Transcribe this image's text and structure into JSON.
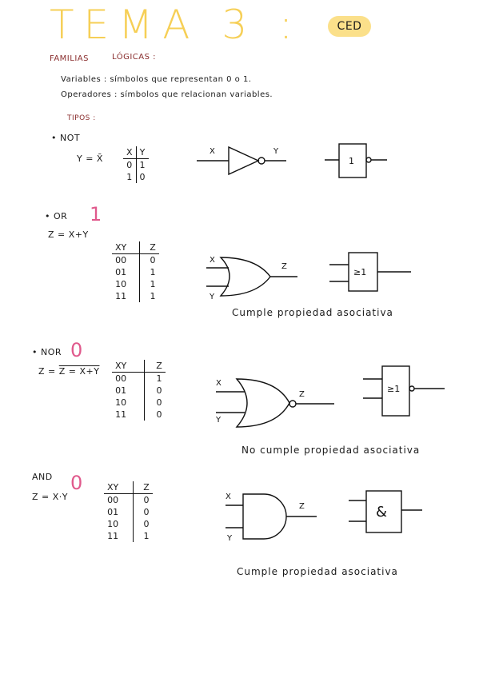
{
  "header": {
    "title": "TEMA 3 :",
    "badge": "CED"
  },
  "intro": {
    "families": "FAMILIAS",
    "logicas": "LÓGICAS :",
    "variables": "Variables : símbolos que representan 0 o 1.",
    "operadores": "Operadores : símbolos que relacionan variables.",
    "tipos": "TIPOS :"
  },
  "gates": [
    {
      "name": "• NOT",
      "equation": "Y = X̄",
      "value_mark": "",
      "headers": [
        "X",
        "Y"
      ],
      "rows": [
        [
          "0",
          "1"
        ],
        [
          "1",
          "0"
        ]
      ],
      "inputs": [
        "X"
      ],
      "output": "Y",
      "block_symbol": "1",
      "property": ""
    },
    {
      "name": "• OR",
      "equation": "Z = X+Y",
      "value_mark": "1",
      "headers": [
        "XY",
        "Z"
      ],
      "rows": [
        [
          "00",
          "0"
        ],
        [
          "01",
          "1"
        ],
        [
          "10",
          "1"
        ],
        [
          "11",
          "1"
        ]
      ],
      "inputs": [
        "X",
        "Y"
      ],
      "output": "Z",
      "block_symbol": "≥1",
      "property": "Cumple propiedad asociativa"
    },
    {
      "name": "• NOR",
      "equation": "Z = X+Y",
      "value_mark": "0",
      "headers": [
        "XY",
        "Z"
      ],
      "rows": [
        [
          "00",
          "1"
        ],
        [
          "01",
          "0"
        ],
        [
          "10",
          "0"
        ],
        [
          "11",
          "0"
        ]
      ],
      "inputs": [
        "X",
        "Y"
      ],
      "output": "Z",
      "block_symbol": "≥1",
      "property": "No cumple propiedad asociativa"
    },
    {
      "name": "AND",
      "equation": "Z = X·Y",
      "value_mark": "0",
      "headers": [
        "XY",
        "Z"
      ],
      "rows": [
        [
          "00",
          "0"
        ],
        [
          "01",
          "0"
        ],
        [
          "10",
          "0"
        ],
        [
          "11",
          "1"
        ]
      ],
      "inputs": [
        "X",
        "Y"
      ],
      "output": "Z",
      "block_symbol": "&",
      "property": "Cumple propiedad asociativa"
    }
  ]
}
